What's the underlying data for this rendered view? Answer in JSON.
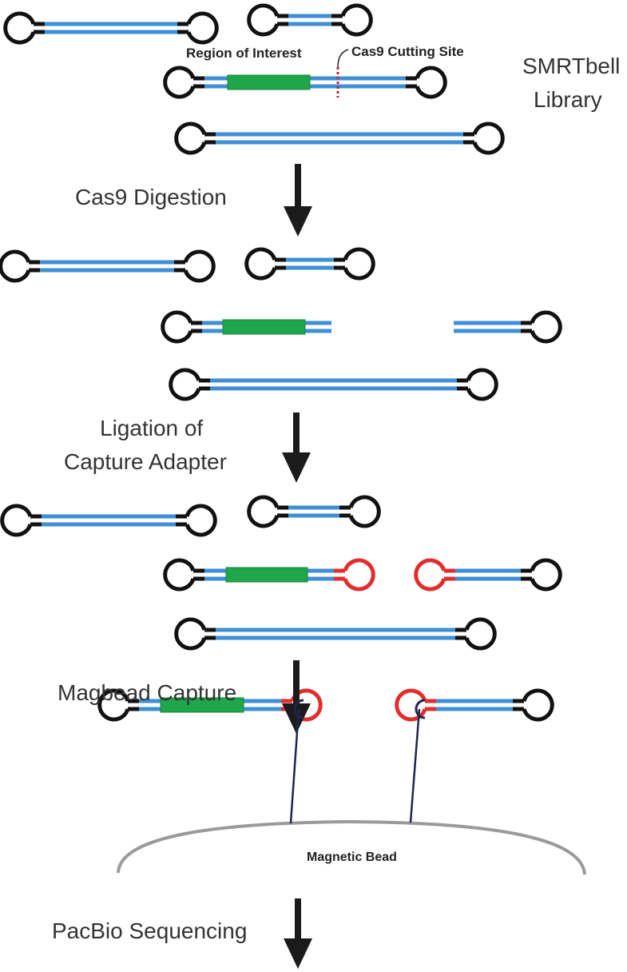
{
  "labels": {
    "region_of_interest": "Region of Interest",
    "cas9_cutting_site": "Cas9 Cutting Site",
    "smrtbell_line1": "SMRTbell",
    "smrtbell_line2": "Library",
    "step_cas9": "Cas9 Digestion",
    "step_ligation_line1": "Ligation of",
    "step_ligation_line2": "Capture Adapter",
    "step_magbead": "Magbead Capture",
    "magnetic_bead": "Magnetic Bead",
    "step_sequencing": "PacBio Sequencing"
  },
  "colors": {
    "dna_strand": "#3d8fd6",
    "region_of_interest": "#1fa64a",
    "hairpin_adapter": "#111111",
    "capture_adapter": "#e32d2d",
    "cut_site": "#c0273a",
    "bead_surface": "#9a9a9a",
    "arrow": "#1b1b1b"
  }
}
